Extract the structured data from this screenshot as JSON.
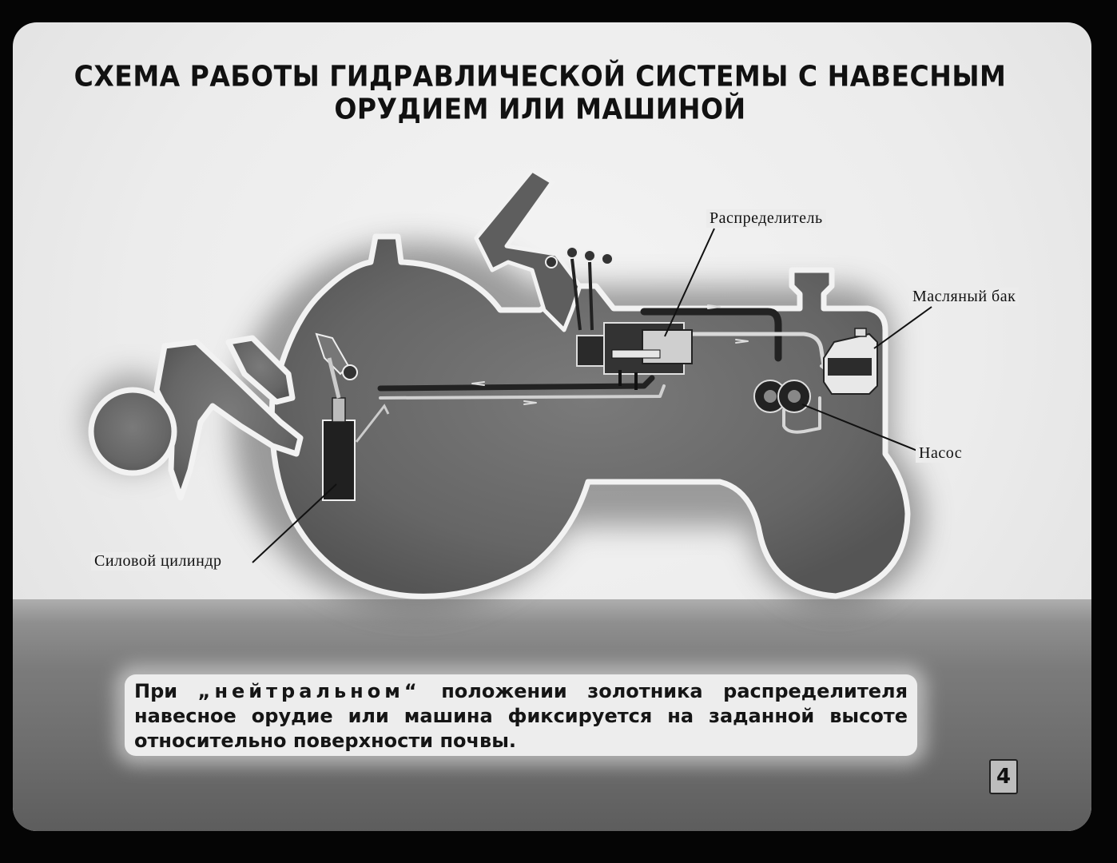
{
  "title": {
    "line1": "СХЕМА РАБОТЫ ГИДРАВЛИЧЕСКОЙ СИСТЕМЫ С НАВЕСНЫМ",
    "line2": "ОРУДИЕМ ИЛИ МАШИНОЙ"
  },
  "labels": {
    "distributor": "Распределитель",
    "oil_tank": "Масляный бак",
    "pump": "Насос",
    "power_cylinder": "Силовой цилиндр"
  },
  "caption": {
    "prefix": "При",
    "emphasis": "„нейтральном“",
    "rest": "положении золотника распределителя навесное орудие или машина фиксируется на заданной высоте относительно поверхности почвы."
  },
  "page_number": "4",
  "colors": {
    "background": "#050505",
    "slide": "#ececec",
    "tractor_body": "#6a6a6a",
    "ground": "#7b7b7b",
    "text": "#111111"
  }
}
